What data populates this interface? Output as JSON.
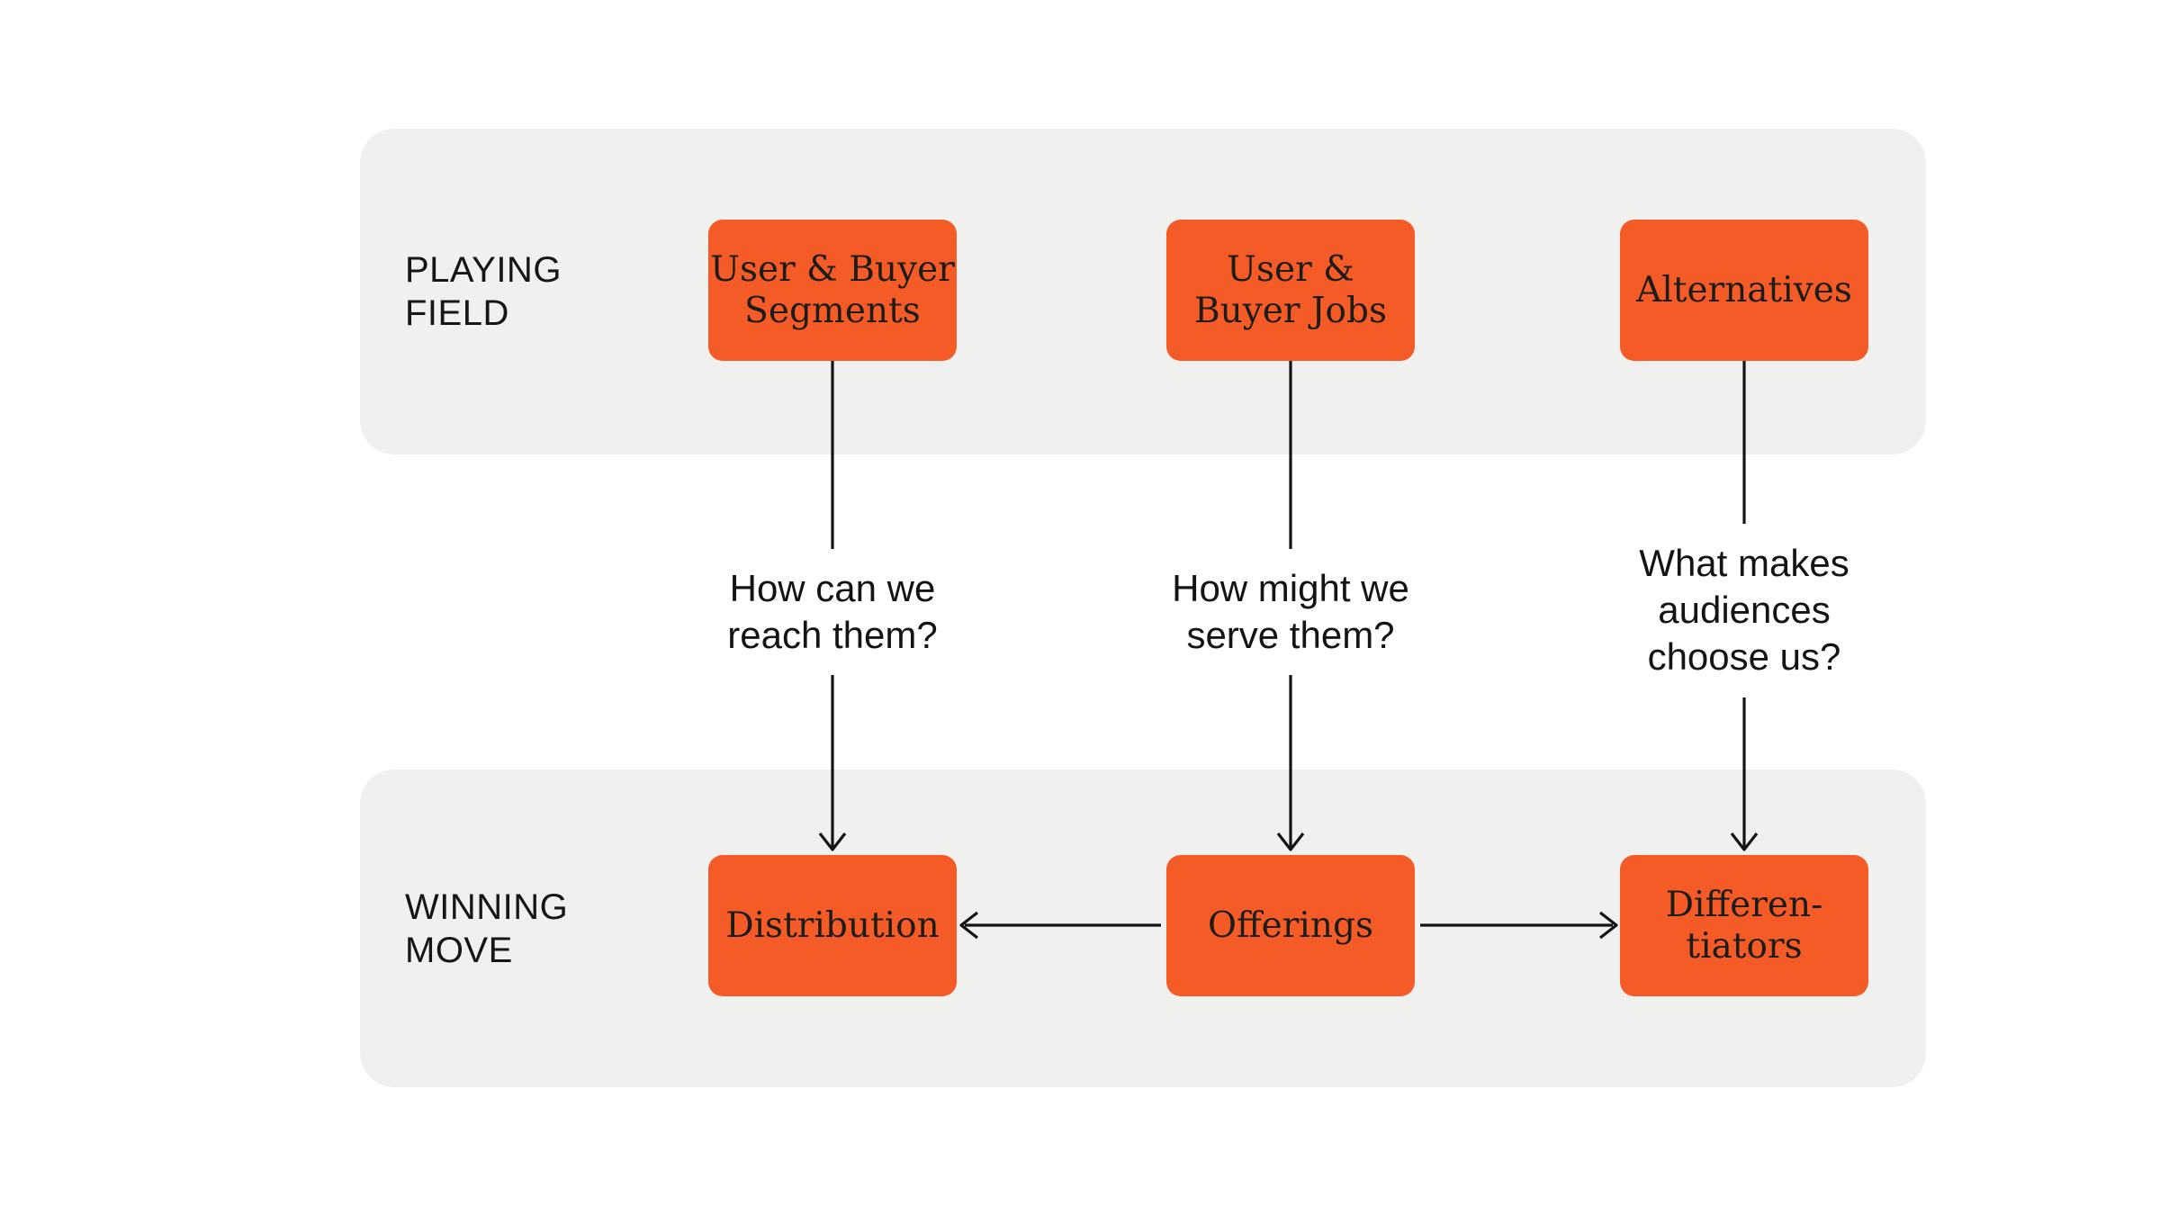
{
  "colors": {
    "background": "#ffffff",
    "band_background": "#f0f0ef",
    "box_orange": "#f55b27",
    "text_dark": "#141414",
    "arrow": "#141414"
  },
  "bands": {
    "playing_field": {
      "label": "PLAYING\nFIELD"
    },
    "winning_move": {
      "label": "WINNING\nMOVE"
    }
  },
  "top_row": {
    "boxes": [
      {
        "label": "User & Buyer\nSegments"
      },
      {
        "label": "User &\nBuyer Jobs"
      },
      {
        "label": "Alternatives"
      }
    ]
  },
  "questions": [
    {
      "text": "How can we\nreach them?"
    },
    {
      "text": "How might we\nserve them?"
    },
    {
      "text": "What makes\naudiences\nchoose us?"
    }
  ],
  "bottom_row": {
    "boxes": [
      {
        "label": "Distribution"
      },
      {
        "label": "Offerings"
      },
      {
        "label": "Differen-\ntiators"
      }
    ]
  }
}
